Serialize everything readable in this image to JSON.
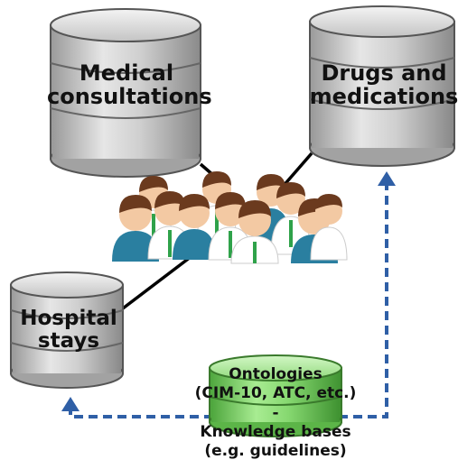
{
  "databases": {
    "medical": {
      "line1": "Medical",
      "line2": "consultations"
    },
    "drugs": {
      "line1": "Drugs and",
      "line2": "medications"
    },
    "hospital": {
      "line1": "Hospital",
      "line2": "stays"
    }
  },
  "ontology": {
    "line1": "Ontologies",
    "line2": "(CIM-10, ATC, etc.)",
    "line3": "-",
    "line4": "Knowledge bases",
    "line5": "(e.g. guidelines)"
  },
  "colors": {
    "cylinder_gray": "#b9b9b9",
    "cylinder_green": "#7fd06a",
    "arrow_blue": "#2f5fa6",
    "connector": "#000000",
    "people_teal": "#2a7fa0",
    "people_hair": "#6b3a1e"
  },
  "icons": [
    "database-icon",
    "people-group-icon",
    "arrow-up-icon",
    "arrow-left-icon"
  ]
}
